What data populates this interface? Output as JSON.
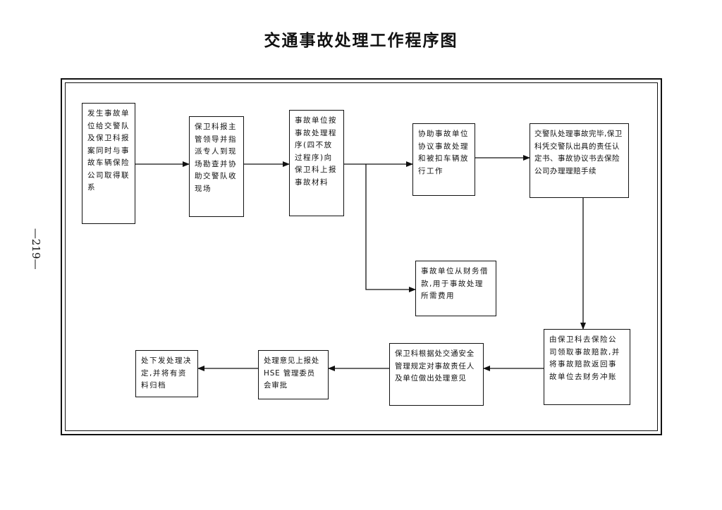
{
  "title": "交通事故处理工作程序图",
  "page_number": "—219—",
  "steps": [
    {
      "text": "发生事故单位给交警队及保卫科报案同时与事故车辆保险公司取得联系"
    },
    {
      "text": "保卫科报主管领导并指派专人到现场勘查并协助交警队收现场"
    },
    {
      "text": "事故单位按事故处理程序(四不放过程序)向保卫科上报事故材料"
    },
    {
      "text": "协助事故单位协议事故处理和被扣车辆放行工作"
    },
    {
      "text": "交警队处理事故完毕,保卫科凭交警队出具的责任认定书、事故协议书去保险公司办理理赔手续"
    },
    {
      "text": "事故单位从财务借款,用于事故处理所需费用"
    },
    {
      "text": "由保卫科去保险公司领取事故赔款,并将事故赔款返回事故单位去财务冲账"
    },
    {
      "text": "保卫科根据处交通安全管理规定对事故责任人及单位做出处理意见"
    },
    {
      "text": "处理意见上报处 HSE 管理委员会审批"
    },
    {
      "text": "处下发处理决定,并将有资料归档"
    }
  ]
}
